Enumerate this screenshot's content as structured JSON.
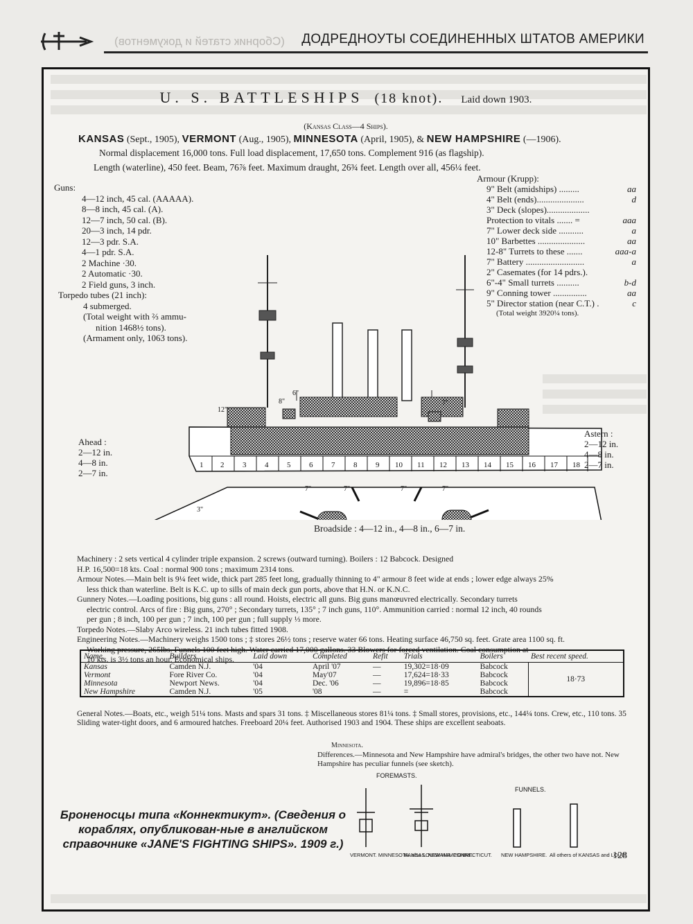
{
  "header": {
    "title": "ДОДРЕДНОУТЫ СОЕДИНЕННЫХ ШТАТОВ АМЕРИКИ",
    "ghost": "(Сборник статей и документов)"
  },
  "title": {
    "main": "U. S. BATTLESHIPS",
    "speed": "(18 knot).",
    "laid": "Laid down 1903."
  },
  "class_line": "(Kansas Class—4 Ships).",
  "names": [
    {
      "name": "KANSAS",
      "date": "(Sept., 1905),"
    },
    {
      "name": "VERMONT",
      "date": "(Aug., 1905),"
    },
    {
      "name": "MINNESOTA",
      "date": "(April, 1905), &"
    },
    {
      "name": "NEW HAMPSHIRE",
      "date": "(—1906)."
    }
  ],
  "displacement_line": "Normal displacement 16,000 tons. Full load displacement, 17,650 tons. Complement 916 (as flagship).",
  "length_line": "Length (waterline), 450 feet. Beam, 76⅞ feet. Maximum draught, 26¾ feet. Length over all, 456¼ feet.",
  "guns": {
    "heading": "Guns:",
    "rows": [
      "4—12 inch, 45 cal. (AAAAA).",
      "8—8 inch, 45 cal. (A).",
      "12—7 inch, 50 cal. (B).",
      "20—3 inch, 14 pdr.",
      "12—3 pdr. S.A.",
      "4—1 pdr. S.A.",
      "2 Machine ·30.",
      "2 Automatic ·30.",
      "2 Field guns, 3 inch."
    ],
    "torpedo": "Torpedo tubes (21 inch):",
    "torpedo_rows": [
      "4 submerged.",
      "(Total weight with ⅔ ammu-",
      "nition 1468½ tons).",
      "(Armament only, 1063 tons)."
    ]
  },
  "armour": {
    "heading": "Armour (Krupp):",
    "rows": [
      {
        "item": "9\" Belt (amidships) .........",
        "value": "aa"
      },
      {
        "item": "4\" Belt (ends).....................",
        "value": "d"
      },
      {
        "item": "3\" Deck (slopes)...................",
        "value": ""
      },
      {
        "item": "Protection to vitals ....... =",
        "value": "aaa"
      },
      {
        "item": "7\" Lower deck side ...........",
        "value": "a"
      },
      {
        "item": "10\" Barbettes .....................",
        "value": "aa"
      },
      {
        "item": "12-8\" Turrets to these .......",
        "value": "aaa-a"
      },
      {
        "item": "7\" Battery ..........................",
        "value": "a"
      },
      {
        "item": "2\" Casemates (for 14 pdrs.).",
        "value": ""
      },
      {
        "item": "6\"-4\" Small turrets ..........",
        "value": "b-d"
      },
      {
        "item": "9\" Conning tower ...............",
        "value": "aa"
      },
      {
        "item": "5\" Director station (near C.T.) .",
        "value": "c"
      }
    ],
    "total": "(Total weight 3920¼ tons)."
  },
  "ahead": {
    "heading": "Ahead :",
    "rows": [
      "2—12 in.",
      "4—8 in.",
      "2—7 in."
    ]
  },
  "astern": {
    "heading": "Astern :",
    "rows": [
      "2—12 in.",
      "4—8 in.",
      "2—7 in."
    ]
  },
  "broadside": "Broadside : 4—12 in., 4—8 in., 6—7 in.",
  "drawing_labels": {
    "compartments": [
      "1",
      "2",
      "3",
      "4",
      "5",
      "6",
      "7",
      "8",
      "9",
      "10",
      "11",
      "12",
      "13",
      "14",
      "15",
      "16",
      "17",
      "18"
    ],
    "gun_12": "12\"",
    "gun_8": "8\"",
    "gun_7": "7\"",
    "gun_6": "6\"",
    "gun_3": "3\""
  },
  "notes": {
    "machinery": "Machinery : 2 sets vertical 4 cylinder triple expansion. 2 screws (outward turning). Boilers : 12 Babcock. Designed",
    "machinery2": "H.P. 16,500=18 kts. Coal : normal 900 tons ; maximum 2314 tons.",
    "armour_notes": "Armour Notes.—Main belt is 9¼ feet wide, thick part 285 feet long, gradually thinning to 4\" armour 8 feet wide at ends ; lower edge always 25%",
    "armour_notes2": "less thick than waterline. Belt is K.C. up to sills of main deck gun ports, above that H.N. or K.N.C.",
    "gunnery_notes": "Gunnery Notes.—Loading positions, big guns : all round. Hoists, electric all guns. Big guns manœuvred electrically. Secondary turrets",
    "gunnery_notes2": "electric control. Arcs of fire : Big guns, 270° ; Secondary turrets, 135° ; 7 inch guns, 110°. Ammunition carried : normal 12 inch, 40 rounds",
    "gunnery_notes3": "per gun ; 8 inch, 100 per gun ; 7 inch, 100 per gun ; full supply ⅓ more.",
    "torpedo_notes": "Torpedo Notes.—Slaby Arco wireless. 21 inch tubes fitted 1908.",
    "engineering_notes": "Engineering Notes.—Machinery weighs 1500 tons ; ‡ stores 26½ tons ; reserve water 66 tons. Heating surface 46,750 sq. feet. Grate area 1100 sq. ft.",
    "engineering_notes2": "Working pressure, 265lbs. Funnels 100 feet high. Water carried 17,000 gallons. 33 Blowers for forced ventilation. Coal consumption at",
    "engineering_notes3": "10 kts. is 3½ tons an hour. Economical ships."
  },
  "table": {
    "headers": [
      "Name.",
      "Builders",
      "Laid down",
      "Completed",
      "Refit",
      "Trials",
      "Boilers",
      "Best recent speed."
    ],
    "rows": [
      {
        "name": "Kansas",
        "builder": "Camden N.J.",
        "laid": "'04",
        "completed": "April '07",
        "refit": "—",
        "trials": "19,302=18·09",
        "boilers": "Babcock"
      },
      {
        "name": "Vermont",
        "builder": "Fore River Co.",
        "laid": "'04",
        "completed": "May'07",
        "refit": "—",
        "trials": "17,624=18·33",
        "boilers": "Babcock"
      },
      {
        "name": "Minnesota",
        "builder": "Newport News.",
        "laid": "'04",
        "completed": "Dec. '06",
        "refit": "—",
        "trials": "19,896=18·85",
        "boilers": "Babcock"
      },
      {
        "name": "New Hampshire",
        "builder": "Camden N.J.",
        "laid": "'05",
        "completed": "'08",
        "refit": "—",
        "trials": "=",
        "boilers": "Babcock"
      }
    ],
    "best_speed": "18·73"
  },
  "general_notes": "General Notes.—Boats, etc., weigh 51¼ tons. Masts and spars 31 tons. ‡ Miscellaneous stores 81¼ tons. ‡ Small stores, provisions, etc., 144¼ tons. Crew, etc., 110 tons. 35 Sliding water-tight doors, and 6 armoured hatches. Freeboard 20¼ feet. Authorised 1903 and 1904. These ships are excellent seaboats.",
  "minnesota_head": "Minnesota.",
  "differences": "Differences.—Minnesota and New Hampshire have admiral's bridges, the other two have not. New Hampshire has peculiar funnels (see sketch).",
  "sketch_labels": {
    "foremasts": "FOREMASTS.",
    "funnels": "FUNNELS.",
    "a": "VERMONT. MINNESOTA. also LOUISIANA. CONNECTICUT.",
    "b": "KANSAS. NEW HAMPSHIRE.",
    "c": "NEW HAMPSHIRE.",
    "d": "All others of KANSAS and LOUISIANA class."
  },
  "caption": "Броненосцы типа «Коннектикут». (Сведения о кораблях, опубликован-ные в английском справочнике «JANE'S FIGHTING SHIPS». 1909 г.)",
  "page_number": "128"
}
